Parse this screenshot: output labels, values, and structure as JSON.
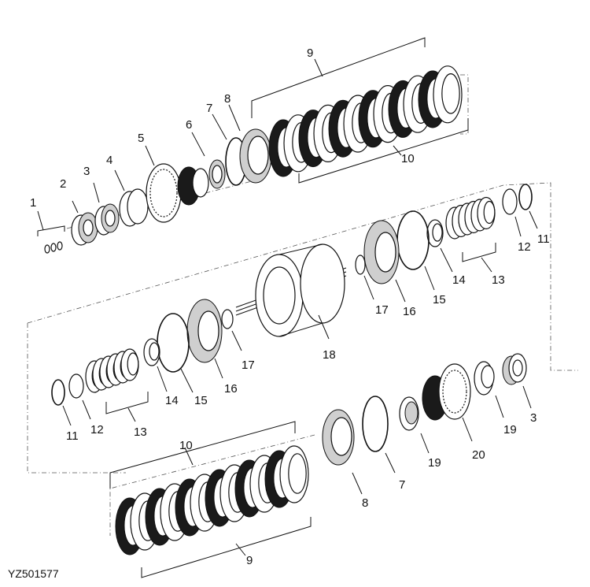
{
  "figure_code": "YZ501577",
  "callouts": [
    {
      "id": "c1",
      "text": "1"
    },
    {
      "id": "c2",
      "text": "2"
    },
    {
      "id": "c3a",
      "text": "3"
    },
    {
      "id": "c4",
      "text": "4"
    },
    {
      "id": "c5",
      "text": "5"
    },
    {
      "id": "c6",
      "text": "6"
    },
    {
      "id": "c7a",
      "text": "7"
    },
    {
      "id": "c8a",
      "text": "8"
    },
    {
      "id": "c9a",
      "text": "9"
    },
    {
      "id": "c10a",
      "text": "10"
    },
    {
      "id": "c11a",
      "text": "11"
    },
    {
      "id": "c12a",
      "text": "12"
    },
    {
      "id": "c13a",
      "text": "13"
    },
    {
      "id": "c14a",
      "text": "14"
    },
    {
      "id": "c15a",
      "text": "15"
    },
    {
      "id": "c16a",
      "text": "16"
    },
    {
      "id": "c17a",
      "text": "17"
    },
    {
      "id": "c18",
      "text": "18"
    },
    {
      "id": "c17b",
      "text": "17"
    },
    {
      "id": "c16b",
      "text": "16"
    },
    {
      "id": "c15b",
      "text": "15"
    },
    {
      "id": "c14b",
      "text": "14"
    },
    {
      "id": "c13b",
      "text": "13"
    },
    {
      "id": "c12b",
      "text": "12"
    },
    {
      "id": "c11b",
      "text": "11"
    },
    {
      "id": "c3b",
      "text": "3"
    },
    {
      "id": "c19a",
      "text": "19"
    },
    {
      "id": "c20",
      "text": "20"
    },
    {
      "id": "c19b",
      "text": "19"
    },
    {
      "id": "c7b",
      "text": "7"
    },
    {
      "id": "c8b",
      "text": "8"
    },
    {
      "id": "c10b",
      "text": "10"
    },
    {
      "id": "c9b",
      "text": "9"
    }
  ]
}
